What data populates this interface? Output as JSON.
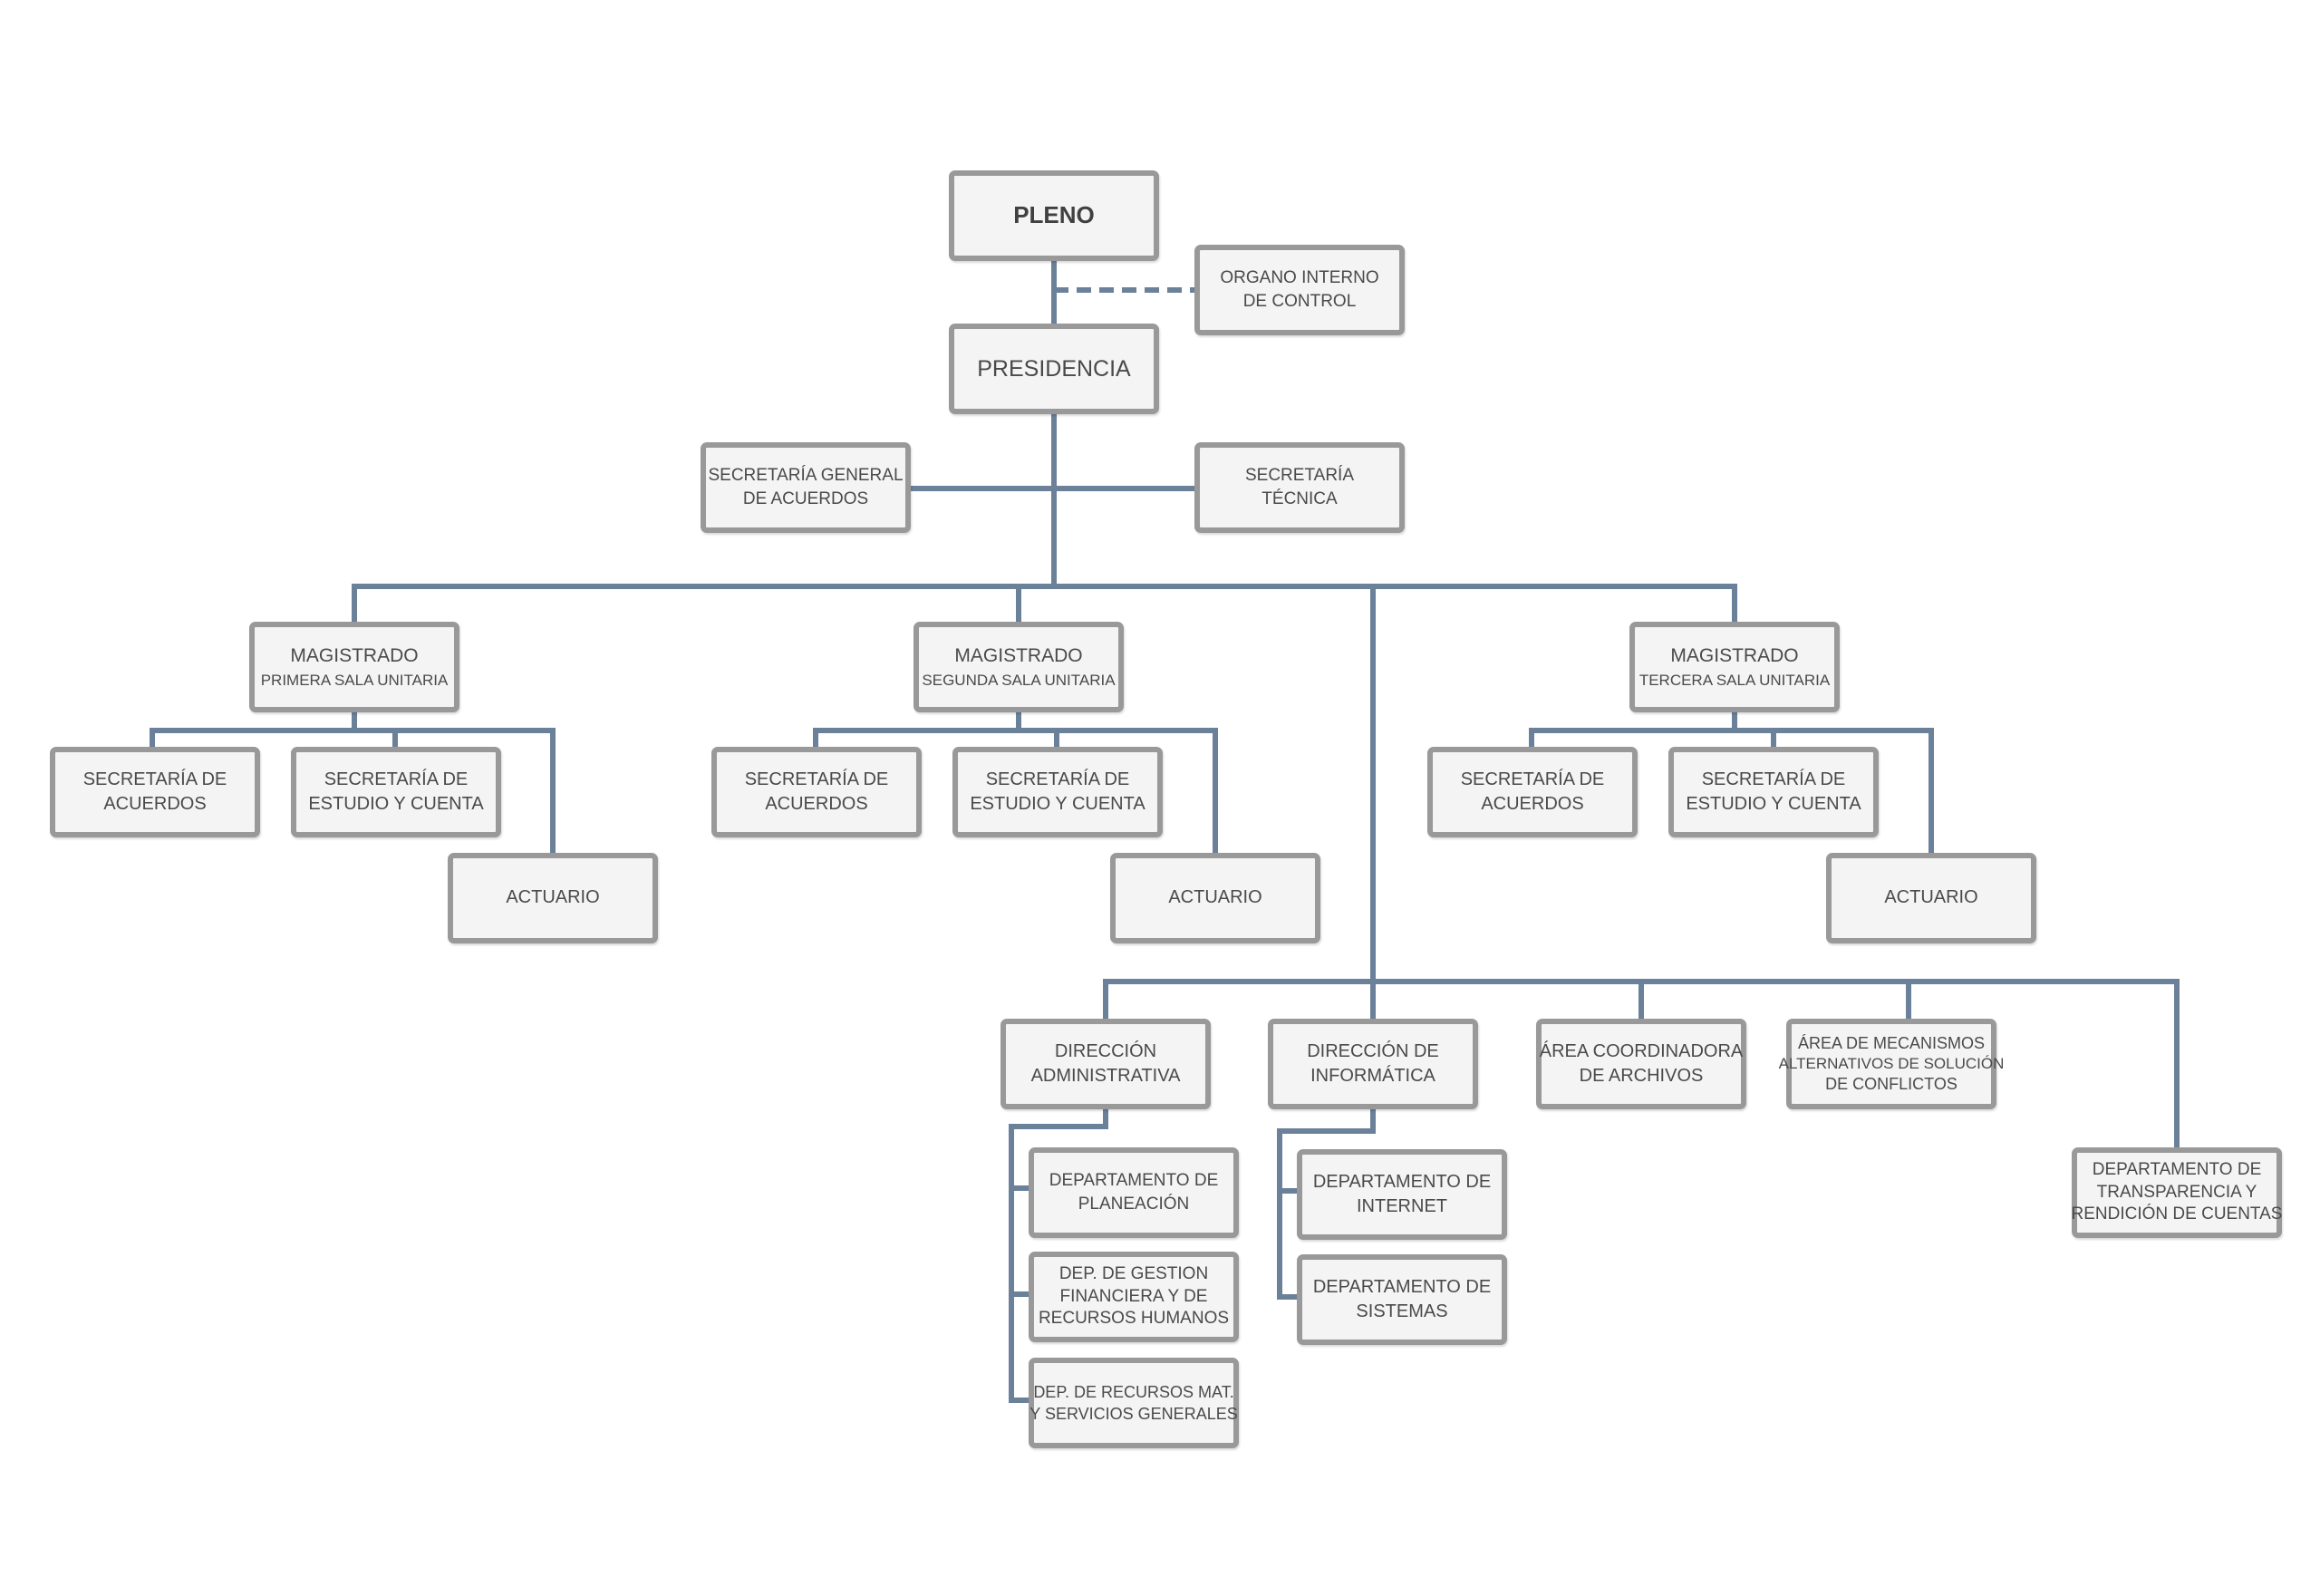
{
  "org": {
    "pleno": "PLENO",
    "organo": [
      "ORGANO INTERNO",
      "DE CONTROL"
    ],
    "presidencia": "PRESIDENCIA",
    "sec_general": [
      "SECRETARÍA GENERAL",
      "DE ACUERDOS"
    ],
    "sec_tecnica": [
      "SECRETARÍA",
      "TÉCNICA"
    ],
    "salas": [
      {
        "magistrado": "MAGISTRADO",
        "sala": "PRIMERA SALA UNITARIA",
        "acuerdos": [
          "SECRETARÍA DE",
          "ACUERDOS"
        ],
        "estudio": [
          "SECRETARÍA DE",
          "ESTUDIO Y CUENTA"
        ],
        "actuario": "ACTUARIO"
      },
      {
        "magistrado": "MAGISTRADO",
        "sala": "SEGUNDA SALA UNITARIA",
        "acuerdos": [
          "SECRETARÍA DE",
          "ACUERDOS"
        ],
        "estudio": [
          "SECRETARÍA DE",
          "ESTUDIO Y CUENTA"
        ],
        "actuario": "ACTUARIO"
      },
      {
        "magistrado": "MAGISTRADO",
        "sala": "TERCERA SALA UNITARIA",
        "acuerdos": [
          "SECRETARÍA DE",
          "ACUERDOS"
        ],
        "estudio": [
          "SECRETARÍA DE",
          "ESTUDIO Y CUENTA"
        ],
        "actuario": "ACTUARIO"
      }
    ],
    "dir_admin": [
      "DIRECCIÓN",
      "ADMINISTRATIVA"
    ],
    "dep_planeacion": [
      "DEPARTAMENTO DE",
      "PLANEACIÓN"
    ],
    "dep_gestion": [
      "DEP. DE GESTION",
      "FINANCIERA Y DE",
      "RECURSOS HUMANOS"
    ],
    "dep_recursos": [
      "DEP. DE RECURSOS MAT.",
      "Y SERVICIOS GENERALES"
    ],
    "dir_info": [
      "DIRECCIÓN DE",
      "INFORMÁTICA"
    ],
    "dep_internet": [
      "DEPARTAMENTO DE",
      "INTERNET"
    ],
    "dep_sistemas": [
      "DEPARTAMENTO DE",
      "SISTEMAS"
    ],
    "area_archivos": [
      "ÁREA COORDINADORA",
      "DE ARCHIVOS"
    ],
    "area_mecanismos": [
      "ÁREA DE MECANISMOS",
      "ALTERNATIVOS DE SOLUCIÓN",
      "DE CONFLICTOS"
    ],
    "dep_transparencia": [
      "DEPARTAMENTO DE",
      "TRANSPARENCIA Y",
      "RENDICIÓN DE CUENTAS"
    ]
  },
  "colors": {
    "connector": "#6b8099",
    "box_border": "#999999",
    "box_fill": "#f4f4f4",
    "text": "#4a4a4a"
  }
}
